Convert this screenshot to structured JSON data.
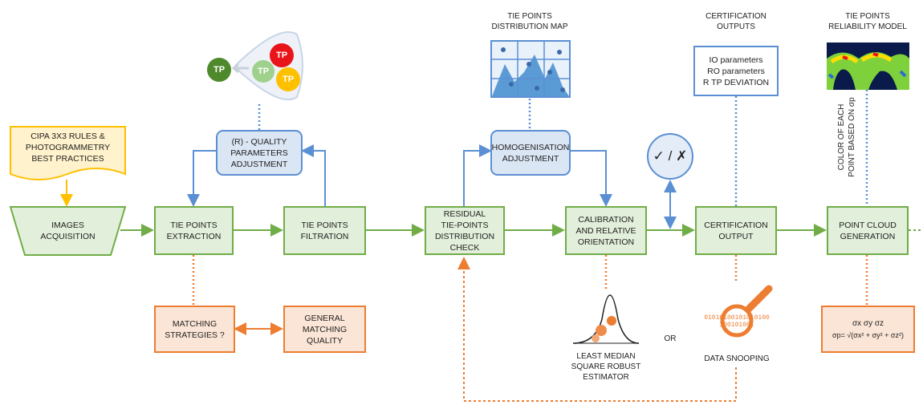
{
  "cipa": "CIPA 3X3 RULES &\nPHOTOGRAMMETRY\nBEST PRACTICES",
  "images_acquisition": "IMAGES\nACQUISITION",
  "tie_points_extraction": "TIE POINTS\nEXTRACTION",
  "tie_points_filtration": "TIE POINTS\nFILTRATION",
  "residual_check": "RESIDUAL\nTIE-POINTS\nDISTRIBUTION\nCHECK",
  "calibration": "CALIBRATION\nAND RELATIVE\nORIENTATION",
  "certification_output": "CERTIFICATION\nOUTPUT",
  "point_cloud": "POINT CLOUD\nGENERATION",
  "quality_adjustment": "(R) - QUALITY\nPARAMETERS\nADJUSTMENT",
  "homogenisation": "HOMOGENISATION\nADJUSTMENT",
  "matching_strategies": "MATCHING\nSTRATEGIES ?",
  "general_matching": "GENERAL\nMATCHING\nQUALITY",
  "tp_labels": [
    "TP",
    "TP",
    "TP",
    "TP"
  ],
  "distribution_map_title": "TIE POINTS\nDISTRIBUTION MAP",
  "certification_outputs_title": "CERTIFICATION\nOUTPUTS",
  "certification_params": "IO parameters\nRO parameters\nR TP DEVIATION",
  "reliability_title": "TIE POINTS\nRELIABILITY MODEL",
  "color_note": "COLOR OF EACH\nPOINT BASED ON σp",
  "check_symbol": "✓ / ✗",
  "lmeds": "LEAST MEDIAN\nSQUARE ROBUST\nESTIMATOR",
  "or_label": "OR",
  "data_snooping": "DATA SNOOPING",
  "sigma_line1": "σx σy σz",
  "sigma_line2": "σp= √(σx² + σy² + σz²)",
  "binary_text": "01010100101010100100101001",
  "colors": {
    "green": "#70ad47",
    "blue": "#5b8fd4",
    "orange": "#ed7d31",
    "yellow": "#ffc000"
  }
}
